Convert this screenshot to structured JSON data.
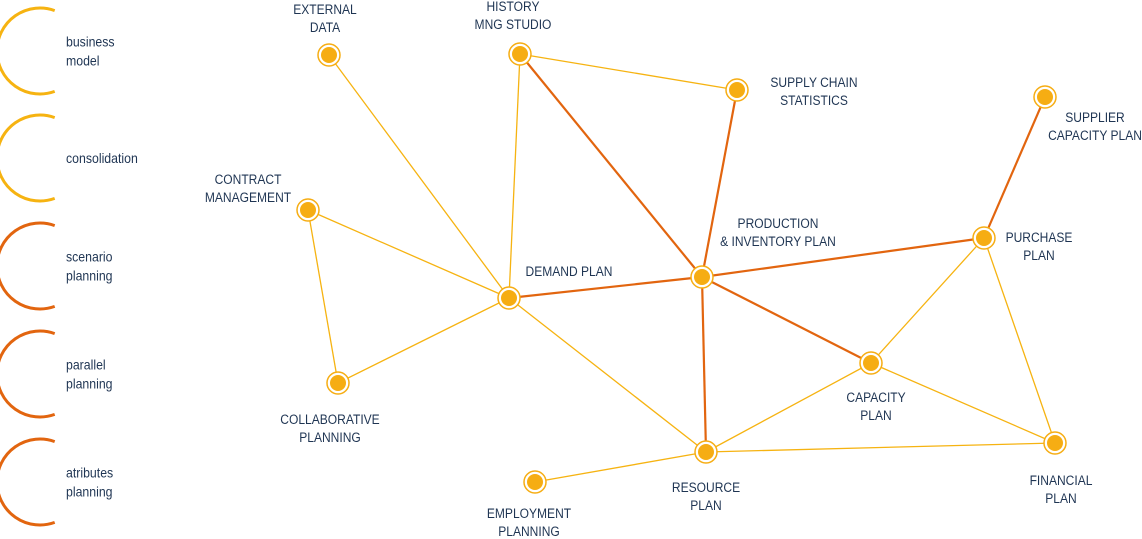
{
  "colors": {
    "light": "#f6b311",
    "dark": "#e2650f",
    "node_fill": "#f6ad13",
    "node_ring": "#f6ad13",
    "text": "#1f3553"
  },
  "legend": [
    {
      "id": "business-model",
      "lines": [
        "business",
        "model"
      ],
      "tone": "light"
    },
    {
      "id": "consolidation",
      "lines": [
        "consolidation"
      ],
      "tone": "light"
    },
    {
      "id": "scenario-planning",
      "lines": [
        "scenario",
        "planning"
      ],
      "tone": "dark"
    },
    {
      "id": "parallel-planning",
      "lines": [
        "parallel",
        "planning"
      ],
      "tone": "dark"
    },
    {
      "id": "atributes-planning",
      "lines": [
        "atributes",
        "planning"
      ],
      "tone": "dark"
    }
  ],
  "nodes": [
    {
      "id": "external-data",
      "lines": [
        "EXTERNAL",
        "DATA"
      ]
    },
    {
      "id": "history-mng-studio",
      "lines": [
        "HISTORY",
        "MNG STUDIO"
      ]
    },
    {
      "id": "supply-chain-statistics",
      "lines": [
        "SUPPLY CHAIN",
        "STATISTICS"
      ]
    },
    {
      "id": "supplier-capacity-plan",
      "lines": [
        "SUPPLIER",
        "CAPACITY PLAN"
      ]
    },
    {
      "id": "contract-management",
      "lines": [
        "CONTRACT",
        "MANAGEMENT"
      ]
    },
    {
      "id": "production-inventory-plan",
      "lines": [
        "PRODUCTION",
        "& INVENTORY PLAN"
      ]
    },
    {
      "id": "purchase-plan",
      "lines": [
        "PURCHASE",
        "PLAN"
      ]
    },
    {
      "id": "demand-plan",
      "lines": [
        "DEMAND PLAN"
      ]
    },
    {
      "id": "capacity-plan",
      "lines": [
        "CAPACITY",
        "PLAN"
      ]
    },
    {
      "id": "collaborative-planning",
      "lines": [
        "COLLABORATIVE",
        "PLANNING"
      ]
    },
    {
      "id": "financial-plan",
      "lines": [
        "FINANCIAL",
        "PLAN"
      ]
    },
    {
      "id": "resource-plan",
      "lines": [
        "RESOURCE",
        "PLAN"
      ]
    },
    {
      "id": "employment-planning",
      "lines": [
        "EMPLOYMENT",
        "PLANNING"
      ]
    }
  ],
  "edges": [
    {
      "from": "external-data",
      "to": "demand-plan",
      "tone": "light"
    },
    {
      "from": "history-mng-studio",
      "to": "demand-plan",
      "tone": "light"
    },
    {
      "from": "history-mng-studio",
      "to": "supply-chain-statistics",
      "tone": "light"
    },
    {
      "from": "history-mng-studio",
      "to": "production-inventory-plan",
      "tone": "dark"
    },
    {
      "from": "supply-chain-statistics",
      "to": "production-inventory-plan",
      "tone": "dark"
    },
    {
      "from": "contract-management",
      "to": "demand-plan",
      "tone": "light"
    },
    {
      "from": "contract-management",
      "to": "collaborative-planning",
      "tone": "light"
    },
    {
      "from": "collaborative-planning",
      "to": "demand-plan",
      "tone": "light"
    },
    {
      "from": "demand-plan",
      "to": "production-inventory-plan",
      "tone": "dark"
    },
    {
      "from": "demand-plan",
      "to": "resource-plan",
      "tone": "light"
    },
    {
      "from": "production-inventory-plan",
      "to": "purchase-plan",
      "tone": "dark"
    },
    {
      "from": "production-inventory-plan",
      "to": "capacity-plan",
      "tone": "dark"
    },
    {
      "from": "production-inventory-plan",
      "to": "resource-plan",
      "tone": "dark"
    },
    {
      "from": "supplier-capacity-plan",
      "to": "purchase-plan",
      "tone": "dark"
    },
    {
      "from": "purchase-plan",
      "to": "capacity-plan",
      "tone": "light"
    },
    {
      "from": "purchase-plan",
      "to": "financial-plan",
      "tone": "light"
    },
    {
      "from": "capacity-plan",
      "to": "financial-plan",
      "tone": "light"
    },
    {
      "from": "capacity-plan",
      "to": "resource-plan",
      "tone": "light"
    },
    {
      "from": "resource-plan",
      "to": "financial-plan",
      "tone": "light"
    },
    {
      "from": "employment-planning",
      "to": "resource-plan",
      "tone": "light"
    }
  ]
}
